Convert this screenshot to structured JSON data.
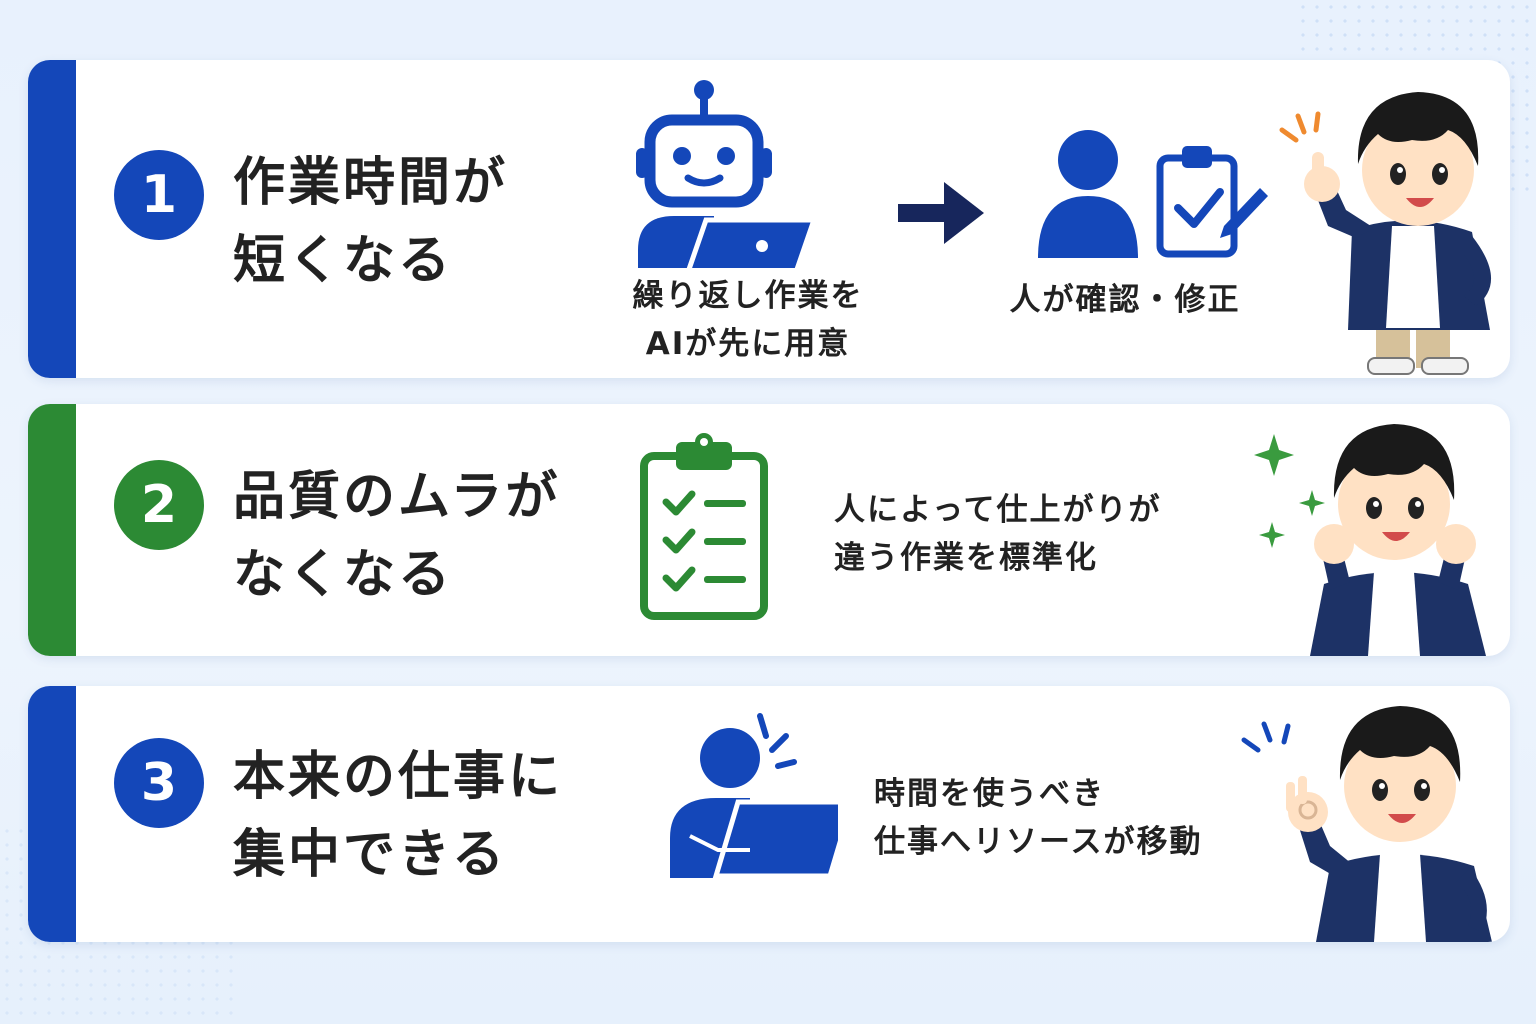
{
  "colors": {
    "blue": "#1447b9",
    "green": "#2c8a34",
    "navy": "#17265c",
    "jacket": "#1d3266"
  },
  "items": [
    {
      "number": "1",
      "color": "blue",
      "heading_lines": [
        "作業時間が",
        "短くなる"
      ],
      "steps": [
        {
          "icon": "robot-with-laptop-icon",
          "caption_lines": [
            "繰り返し作業を",
            "AIが先に用意"
          ]
        },
        {
          "icon": "right-arrow-icon"
        },
        {
          "icon": "person-with-clipboard-icon",
          "caption_lines": [
            "人が確認・修正"
          ]
        }
      ],
      "character": "boy-pointing-up"
    },
    {
      "number": "2",
      "color": "green",
      "heading_lines": [
        "品質のムラが",
        "なくなる"
      ],
      "steps": [
        {
          "icon": "checklist-clipboard-icon",
          "caption_lines": [
            "人によって仕上がりが",
            "違う作業を標準化"
          ]
        }
      ],
      "character": "boy-cheering-with-fists"
    },
    {
      "number": "3",
      "color": "blue",
      "heading_lines": [
        "本来の仕事に",
        "集中できる"
      ],
      "steps": [
        {
          "icon": "person-at-laptop-icon",
          "caption_lines": [
            "時間を使うべき",
            "仕事へリソースが移動"
          ]
        }
      ],
      "character": "boy-ok-gesture"
    }
  ]
}
